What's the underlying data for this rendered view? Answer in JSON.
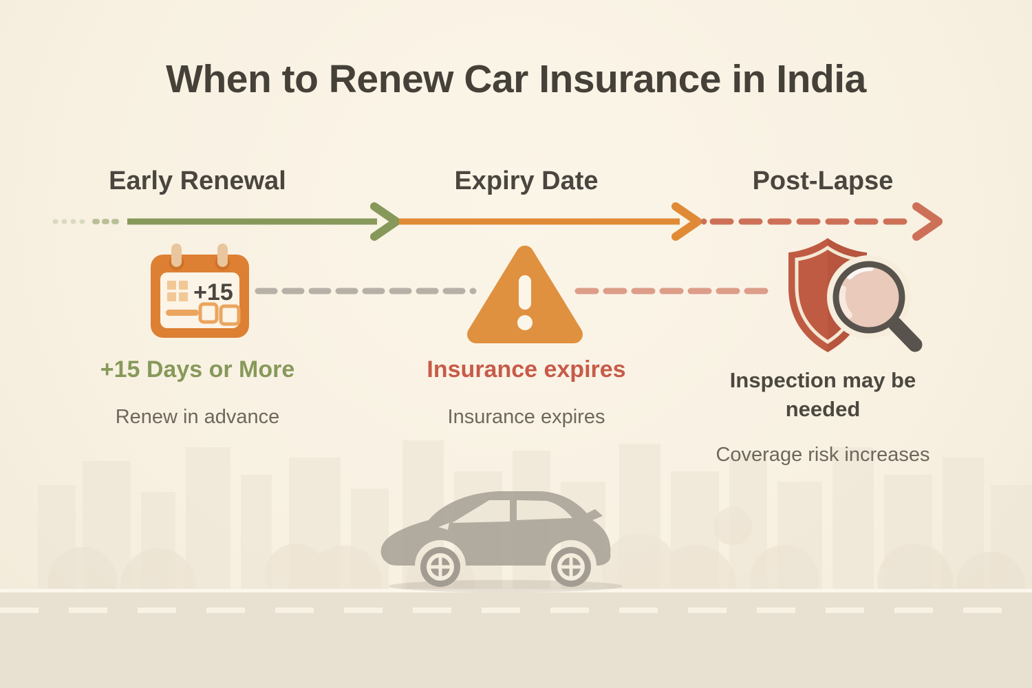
{
  "title": "When to Renew Car Insurance in India",
  "timeline": {
    "stages": [
      {
        "label": "Early Renewal",
        "color": "#87995a",
        "line_style": "solid-fading-start"
      },
      {
        "label": "Expiry Date",
        "color": "#e08a36",
        "line_style": "solid"
      },
      {
        "label": "Post-Lapse",
        "color": "#cd7058",
        "line_style": "dashed"
      }
    ]
  },
  "columns": [
    {
      "icon": "calendar-plus-15-icon",
      "calendar_badge": "+15",
      "headline": "+15 Days or More",
      "headline_color": "#87995a",
      "subtext": "Renew in advance"
    },
    {
      "icon": "warning-triangle-icon",
      "headline": "Insurance expires",
      "headline_color": "#c75b49",
      "subtext": "Insurance expires"
    },
    {
      "icon": "shield-magnifier-icon",
      "headline": "Inspection may be needed",
      "headline_color": "#4c4840",
      "subtext": "Coverage risk increases"
    }
  ],
  "scene": {
    "vehicle": "suv-silhouette",
    "background_elements": [
      "city-skyline",
      "road-with-lane-markings"
    ]
  },
  "colors": {
    "background": "#f8f1e2",
    "title_text": "#454139",
    "stage_label_text": "#4a463f",
    "early_green": "#87995a",
    "expiry_orange": "#e08a36",
    "lapse_red": "#cd7058",
    "connector_gray": "#b6b0a7",
    "connector_pink": "#dc9d89",
    "calendar_orange": "#dd8033",
    "triangle_orange": "#e0913f",
    "shield_red": "#c05b43",
    "subtext_gray": "#6d675c"
  }
}
